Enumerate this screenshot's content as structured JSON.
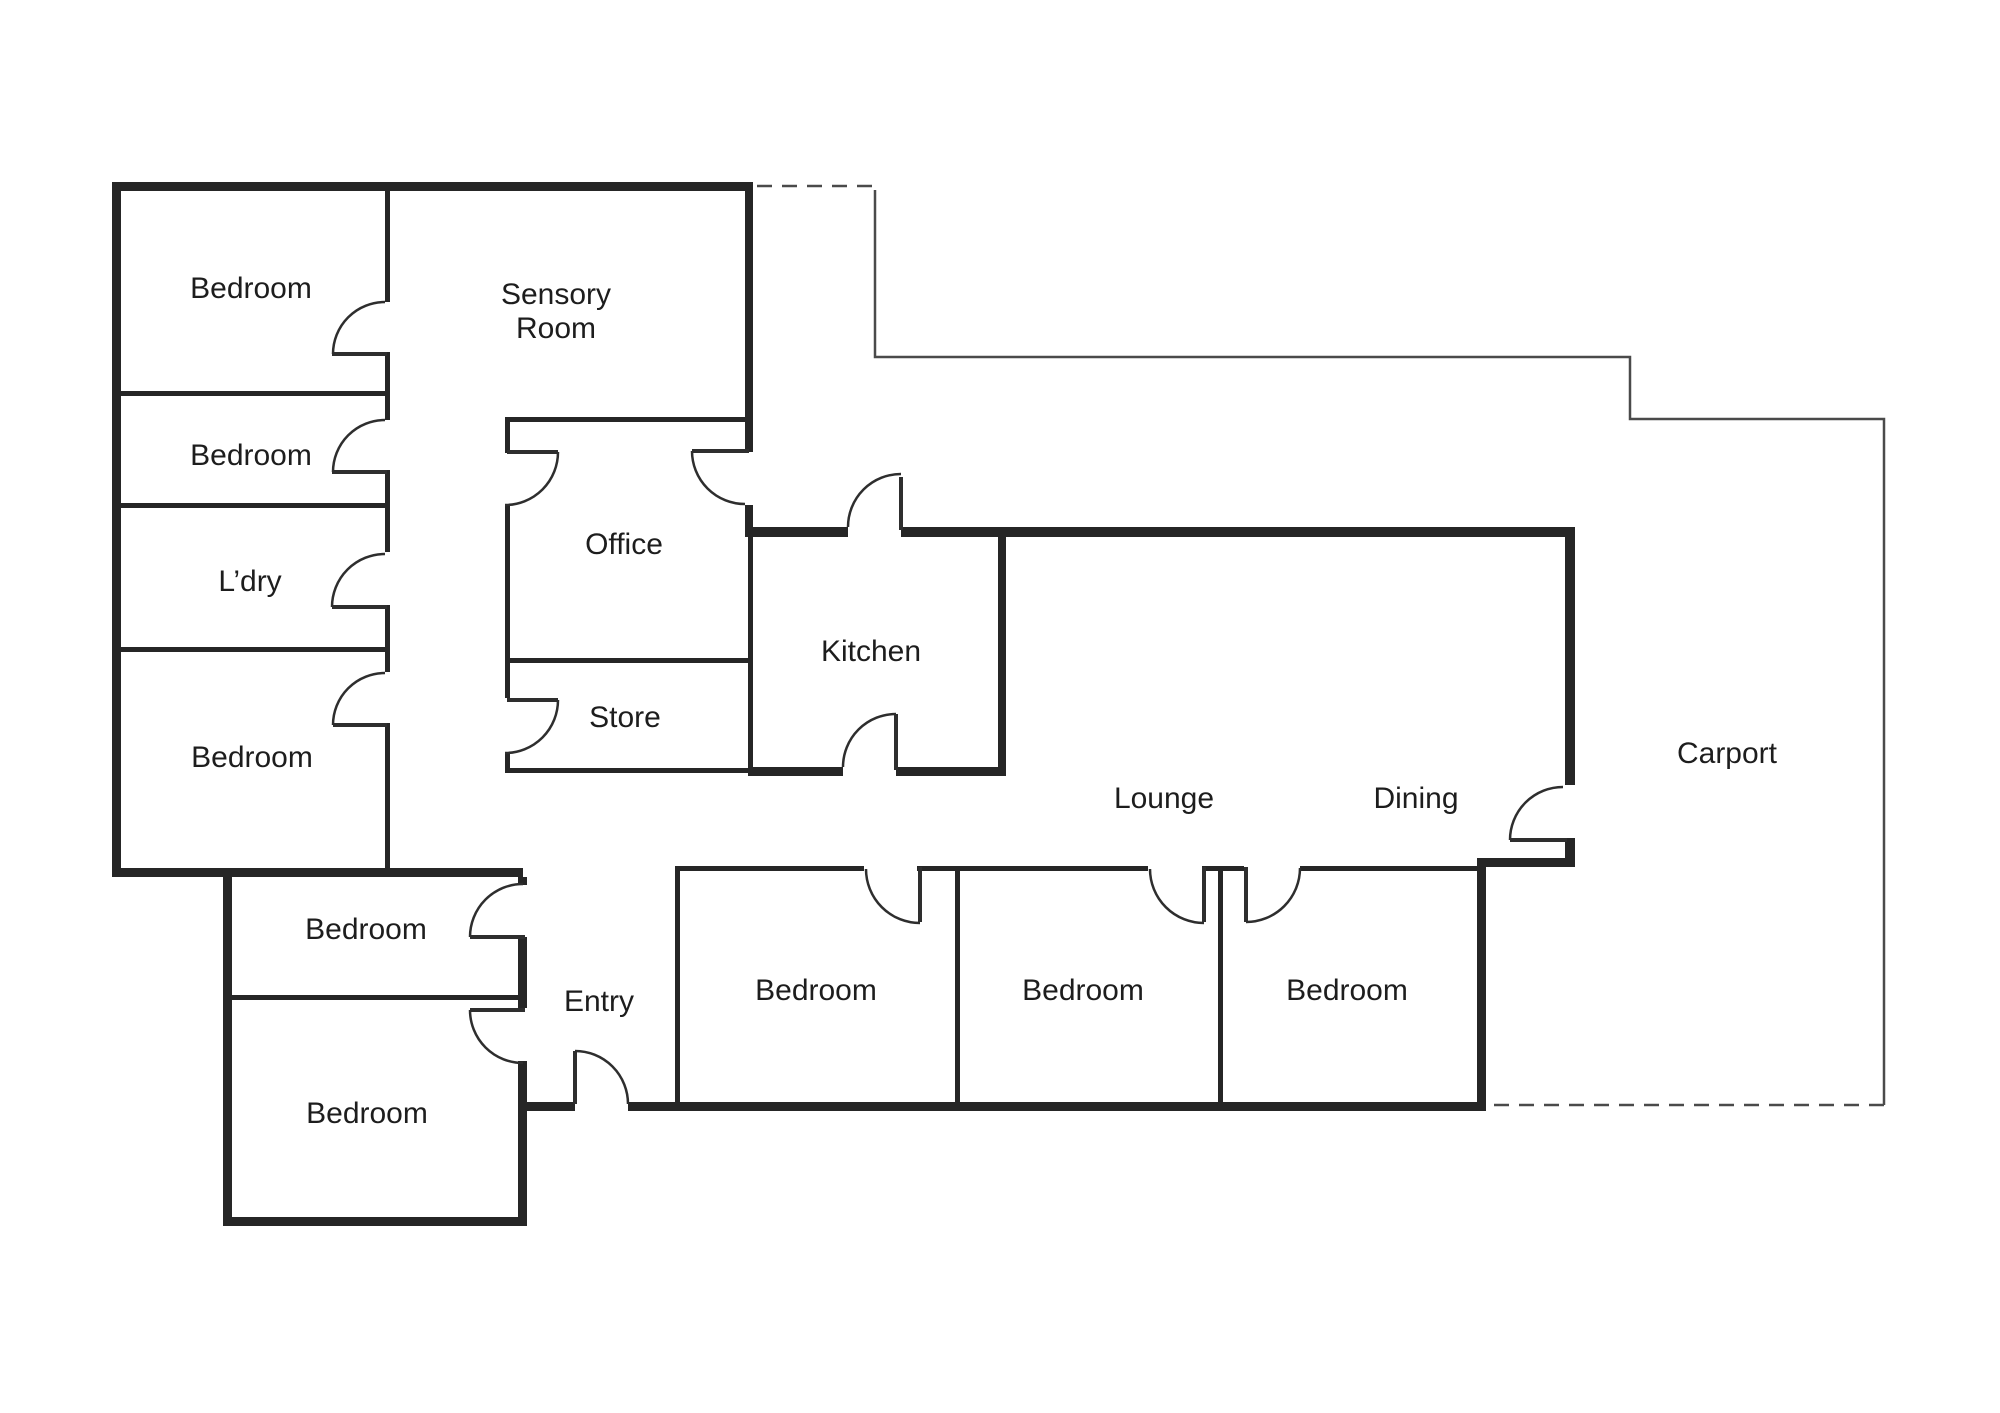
{
  "document": {
    "type": "floor-plan",
    "background": "#ffffff"
  },
  "style": {
    "wall_color": "#262626",
    "door_arc_color": "#2e2e2e",
    "boundary_line_color": "#4a4a4a",
    "label_color": "#1d1d1d"
  },
  "rooms": [
    {
      "id": "bedroom-nw",
      "label": "Bedroom"
    },
    {
      "id": "bedroom-w2",
      "label": "Bedroom"
    },
    {
      "id": "laundry",
      "label": "L’dry"
    },
    {
      "id": "bedroom-w4",
      "label": "Bedroom"
    },
    {
      "id": "sensory-room",
      "label": "Sensory Room",
      "lines": [
        "Sensory",
        "Room"
      ]
    },
    {
      "id": "office",
      "label": "Office"
    },
    {
      "id": "store",
      "label": "Store"
    },
    {
      "id": "kitchen",
      "label": "Kitchen"
    },
    {
      "id": "lounge",
      "label": "Lounge"
    },
    {
      "id": "dining",
      "label": "Dining"
    },
    {
      "id": "carport",
      "label": "Carport"
    },
    {
      "id": "entry",
      "label": "Entry"
    },
    {
      "id": "bedroom-wing1",
      "label": "Bedroom"
    },
    {
      "id": "bedroom-wing2",
      "label": "Bedroom"
    },
    {
      "id": "bedroom-s1",
      "label": "Bedroom"
    },
    {
      "id": "bedroom-s2",
      "label": "Bedroom"
    },
    {
      "id": "bedroom-s3",
      "label": "Bedroom"
    }
  ]
}
